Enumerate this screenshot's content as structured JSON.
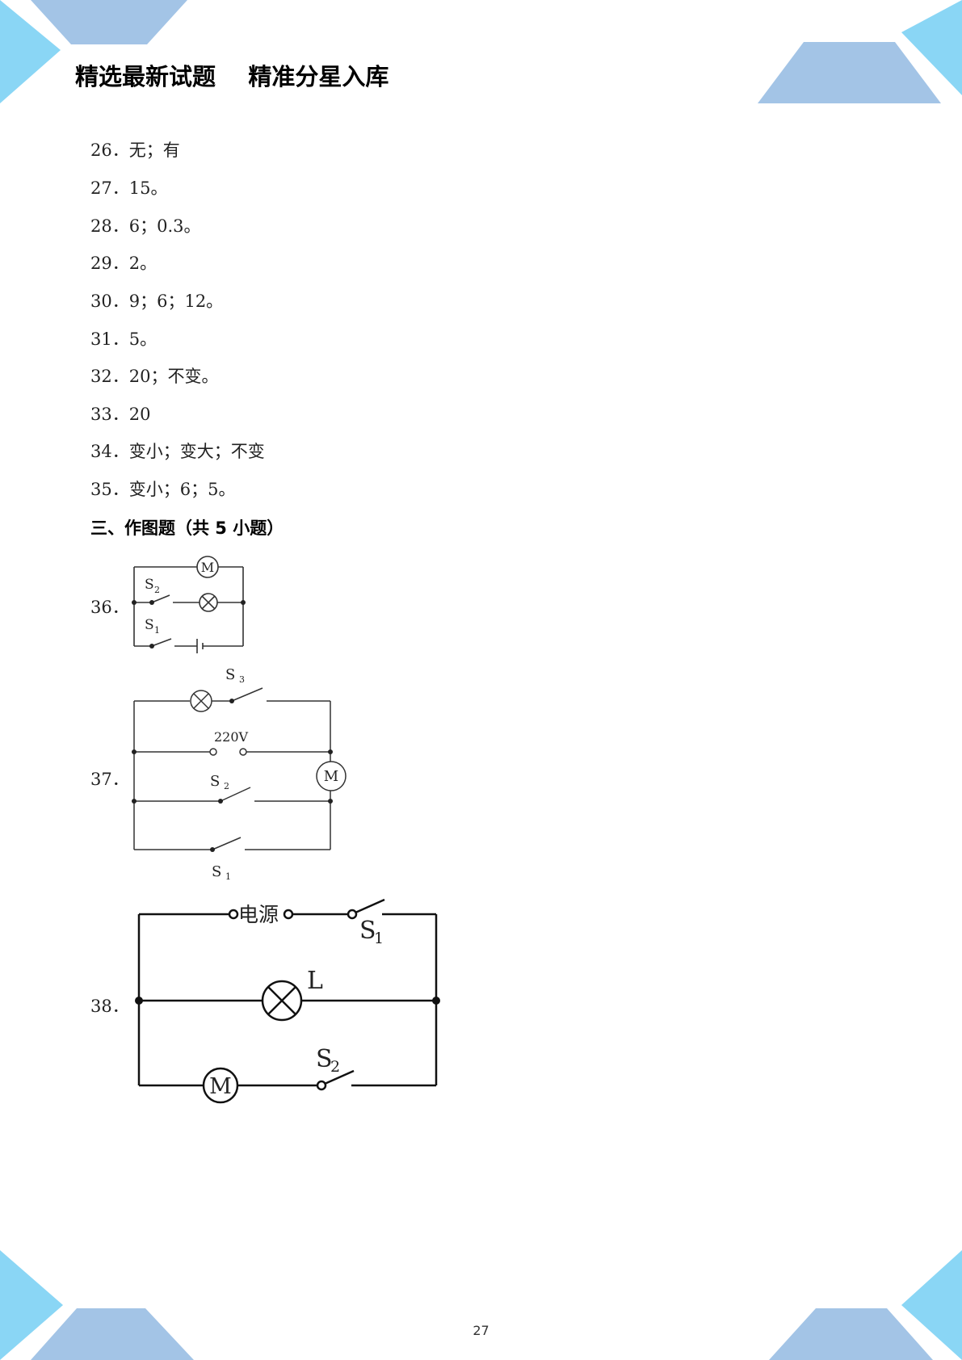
{
  "header": {
    "title": "精选最新试题    精准分星入库"
  },
  "answers": [
    {
      "num": "26．",
      "text": "无；有"
    },
    {
      "num": "27．",
      "text": "15。"
    },
    {
      "num": "28．",
      "text": "6；0.3。"
    },
    {
      "num": "29．",
      "text": "2。"
    },
    {
      "num": "30．",
      "text": "9；6；12。"
    },
    {
      "num": "31．",
      "text": "5。"
    },
    {
      "num": "32．",
      "text": "20；不变。"
    },
    {
      "num": "33．",
      "text": "20"
    },
    {
      "num": "34．",
      "text": "变小；变大；不变"
    },
    {
      "num": "35．",
      "text": "变小；6；5。"
    }
  ],
  "section": {
    "heading": "三、作图题（共 5 小题）"
  },
  "figures": [
    {
      "num": "36．",
      "motor": "M",
      "s2": "S",
      "s2_sub": "2",
      "s1": "S",
      "s1_sub": "1"
    },
    {
      "num": "37．",
      "s3": "S",
      "s3_sub": "3",
      "voltage": "220V",
      "motor": "M",
      "s2": "S",
      "s2_sub": "2",
      "s1": "S",
      "s1_sub": "1"
    },
    {
      "num": "38．",
      "source": "电源",
      "s1": "S",
      "s1_sub": "1",
      "lamp": "L",
      "motor": "M",
      "s2": "S",
      "s2_sub": "2"
    }
  ],
  "footer": {
    "page_number": "27"
  },
  "colors": {
    "decor_light": "#8ad6f5",
    "decor_mid": "#a3c4e6"
  }
}
